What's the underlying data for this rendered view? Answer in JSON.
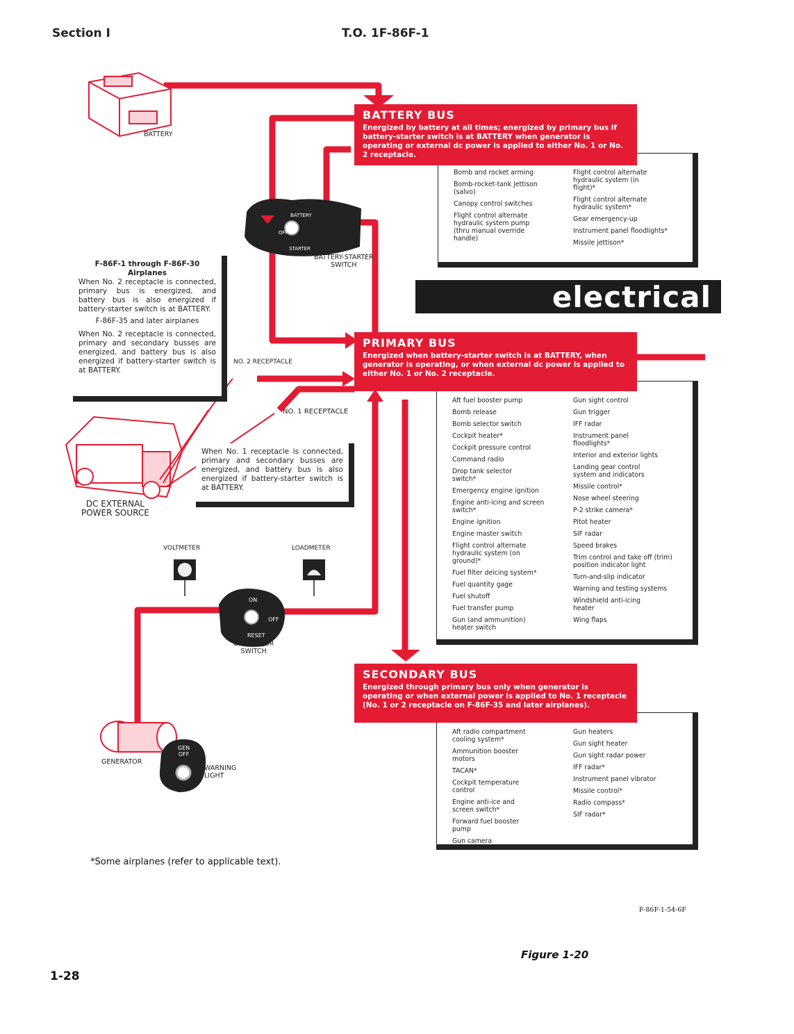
{
  "header": {
    "section": "Section I",
    "to_number": "T.O. 1F-86F-1"
  },
  "battery_bus": {
    "title": "BATTERY BUS",
    "description": "Energized by battery at all times; energized by primary bus if battery-starter switch is at BATTERY when generator is operating or external dc power is applied to either No. 1 or No. 2 receptacle.",
    "items_left": [
      "Bomb and rocket arming",
      "Bomb-rocket-tank jettison\n(salvo)",
      "Canopy control switches",
      "Flight control alternate\nhydraulic system pump\n(thru manual override\nhandle)"
    ],
    "items_right": [
      "Flight control alternate\nhydraulic system (in\nflight)*",
      "Flight control alternate\nhydraulic system*",
      "Gear emergency-up",
      "Instrument panel floodlights*",
      "Missile jettison*"
    ]
  },
  "banner": {
    "text": "electrical"
  },
  "primary_bus": {
    "title": "PRIMARY BUS",
    "description": "Energized when battery-starter switch is at BATTERY, when generator is operating, or when external dc power is applied to either No. 1 or No. 2 receptacle.",
    "items_left": [
      "Aft fuel booster pump",
      "Bomb release",
      "Bomb selector switch",
      "Cockpit heater*",
      "Cockpit pressure control",
      "Command radio",
      "Drop tank selector\nswitch*",
      "Emergency engine ignition",
      "Engine anti-icing and screen\nswitch*",
      "Engine ignition",
      "Engine master switch",
      "Flight control alternate\nhydraulic system (on\nground)*",
      "Fuel filter deicing system*",
      "Fuel quantity gage",
      "Fuel shutoff",
      "Fuel transfer pump",
      "Gun (and ammunition)\nheater switch"
    ],
    "items_right": [
      "Gun sight control",
      "Gun trigger",
      "IFF radar",
      "Instrument panel\nfloodlights*",
      "Interior and exterior lights",
      "Landing gear control\nsystem and indicators",
      "Missile control*",
      "Nose wheel steering",
      "P-2 strike camera*",
      "Pitot heater",
      "SIF radar",
      "Speed brakes",
      "Trim control and take off (trim)\nposition indicator light",
      "Turn-and-slip indicator",
      "Warning and testing systems",
      "Windshield anti-icing\nheater",
      "Wing flaps"
    ]
  },
  "secondary_bus": {
    "title": "SECONDARY BUS",
    "description": "Energized through primary bus only when generator is operating or when external power is applied to No. 1 receptacle (No. 1 or 2 receptacle on F-86F-35 and later airplanes).",
    "items_left": [
      "Aft radio compartment\ncooling system*",
      "Ammunition booster\nmotors",
      "TACAN*",
      "Cockpit temperature\ncontrol",
      "Engine anti-ice and\nscreen switch*",
      "Forward fuel booster\npump",
      "Gun camera"
    ],
    "items_right": [
      "Gun heaters",
      "Gun sight heater",
      "Gun sight radar power",
      "IFF radar*",
      "Instrument panel vibrator",
      "Missile control*",
      "Radio compass*",
      "SIF radar*"
    ]
  },
  "note_no2": {
    "heading1": "F-86F-1 through F-86F-30\nAirplanes",
    "text1": "When No. 2 receptacle is connected, primary bus is energized, and battery bus is also energized if battery-starter switch is at BATTERY.",
    "heading2": "F-86F-35 and later airplanes",
    "text2": "When No. 2 receptacle is connected, primary and secondary busses are energized, and battery bus is also energized if battery-starter switch is at BATTERY."
  },
  "note_no1": {
    "text": "When No. 1 receptacle is connected, primary and secondary busses are energized, and battery bus is also energized if battery-starter switch is at BATTERY."
  },
  "labels": {
    "battery": "BATTERY",
    "bs_battery": "BATTERY",
    "bs_off": "OFF",
    "bs_starter": "STARTER",
    "battery_starter_switch": "BATTERY-STARTER\nSWITCH",
    "no2_receptacle": "NO. 2 RECEPTACLE",
    "no1_receptacle": "NO. 1 RECEPTACLE",
    "dc_external": "DC EXTERNAL\nPOWER SOURCE",
    "voltmeter": "VOLTMETER",
    "loadmeter": "LOADMETER",
    "gs_on": "ON",
    "gs_off": "OFF",
    "gs_reset": "RESET",
    "generator_switch": "GENERATOR\nSWITCH",
    "generator": "GENERATOR",
    "gen_off": "GEN\nOFF",
    "warning_light": "WARNING\nLIGHT"
  },
  "footnote": "*Some airplanes (refer to applicable text).",
  "figure_code": "F-86F-1-54-6F",
  "figure_caption": "Figure 1-20",
  "page_number": "1-28",
  "colors": {
    "bus_red": "#e31b33",
    "banner_black": "#1c1c1c"
  }
}
